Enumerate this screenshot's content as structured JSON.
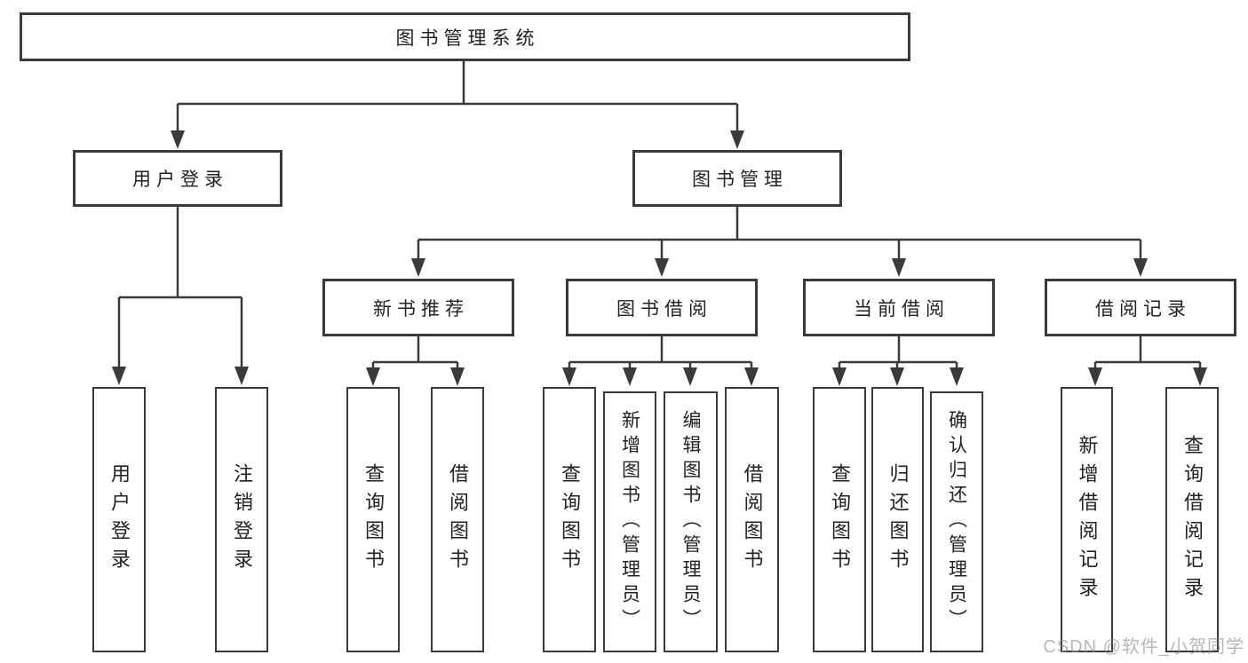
{
  "diagram": {
    "root": {
      "label": "图书管理系统"
    },
    "branches": [
      {
        "label": "用户登录"
      },
      {
        "label": "图书管理"
      }
    ],
    "groups": [
      {
        "label": "新书推荐"
      },
      {
        "label": "图书借阅"
      },
      {
        "label": "当前借阅"
      },
      {
        "label": "借阅记录"
      }
    ],
    "leaves": [
      {
        "label": "用户登录"
      },
      {
        "label": "注销登录"
      },
      {
        "label": "查询图书"
      },
      {
        "label": "借阅图书"
      },
      {
        "label": "查询图书"
      },
      {
        "label": "新增图书（管理员）"
      },
      {
        "label": "编辑图书（管理员）"
      },
      {
        "label": "借阅图书"
      },
      {
        "label": "查询图书"
      },
      {
        "label": "归还图书"
      },
      {
        "label": "确认归还（管理员）"
      },
      {
        "label": "新增借阅记录"
      },
      {
        "label": "查询借阅记录"
      }
    ]
  },
  "hierarchy": {
    "label": "图书管理系统",
    "children": [
      {
        "label": "用户登录",
        "children": [
          {
            "label": "用户登录"
          },
          {
            "label": "注销登录"
          }
        ]
      },
      {
        "label": "图书管理",
        "children": [
          {
            "label": "新书推荐",
            "children": [
              {
                "label": "查询图书"
              },
              {
                "label": "借阅图书"
              }
            ]
          },
          {
            "label": "图书借阅",
            "children": [
              {
                "label": "查询图书"
              },
              {
                "label": "新增图书（管理员）"
              },
              {
                "label": "编辑图书（管理员）"
              },
              {
                "label": "借阅图书"
              }
            ]
          },
          {
            "label": "当前借阅",
            "children": [
              {
                "label": "查询图书"
              },
              {
                "label": "归还图书"
              },
              {
                "label": "确认归还（管理员）"
              }
            ]
          },
          {
            "label": "借阅记录",
            "children": [
              {
                "label": "新增借阅记录"
              },
              {
                "label": "查询借阅记录"
              }
            ]
          }
        ]
      }
    ]
  },
  "watermark": {
    "text": "CSDN @软件_小贺同学"
  },
  "colors": {
    "line": "#3a3a3a",
    "box_border": "#3a3a3a",
    "text": "#222222",
    "background": "#ffffff",
    "watermark_text": "#b5b5ba"
  }
}
